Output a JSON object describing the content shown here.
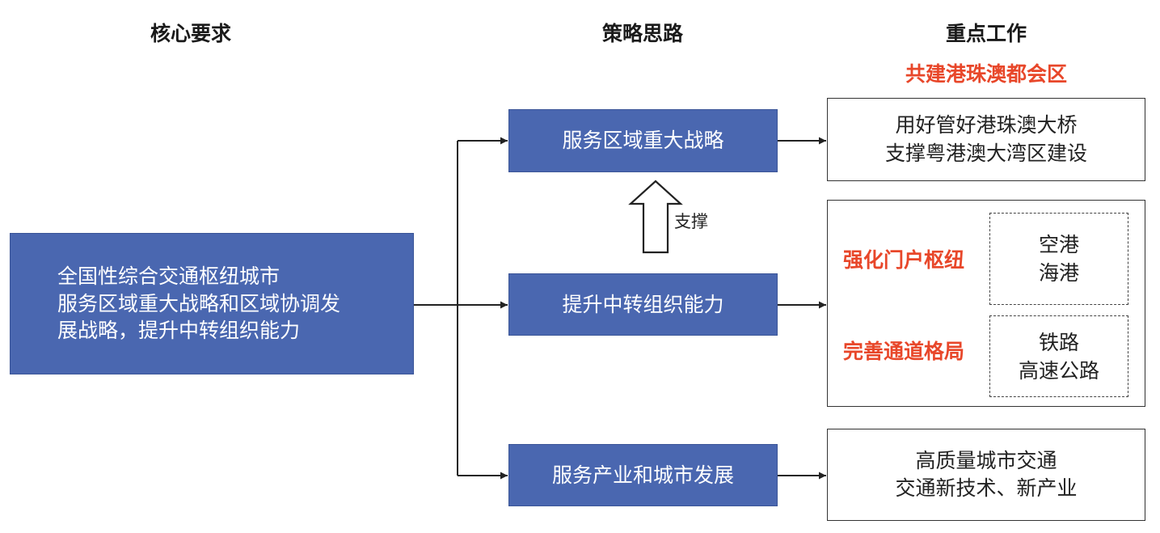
{
  "headers": {
    "core": "核心要求",
    "strategy": "策略思路",
    "work": "重点工作",
    "work_sub": "共建港珠澳都会区"
  },
  "core_box": {
    "lines": [
      "全国性综合交通枢纽城市",
      "服务区域重大战略和区域协调发",
      "展战略，提升中转组织能力"
    ]
  },
  "strategies": [
    {
      "label": "服务区域重大战略"
    },
    {
      "label": "提升中转组织能力"
    },
    {
      "label": "服务产业和城市发展"
    }
  ],
  "support_label": "支撑",
  "work_items": {
    "top": [
      "用好管好港珠澳大桥",
      "支撑粤港澳大湾区建设"
    ],
    "middle": {
      "groups": [
        {
          "label": "强化门户枢纽",
          "items": [
            "空港",
            "海港"
          ]
        },
        {
          "label": "完善通道格局",
          "items": [
            "铁路",
            "高速公路"
          ]
        }
      ]
    },
    "bottom": [
      "高质量城市交通",
      "交通新技术、新产业"
    ]
  },
  "colors": {
    "box_fill": "#4a67b0",
    "accent_red": "#e8472a",
    "line": "#222222"
  }
}
